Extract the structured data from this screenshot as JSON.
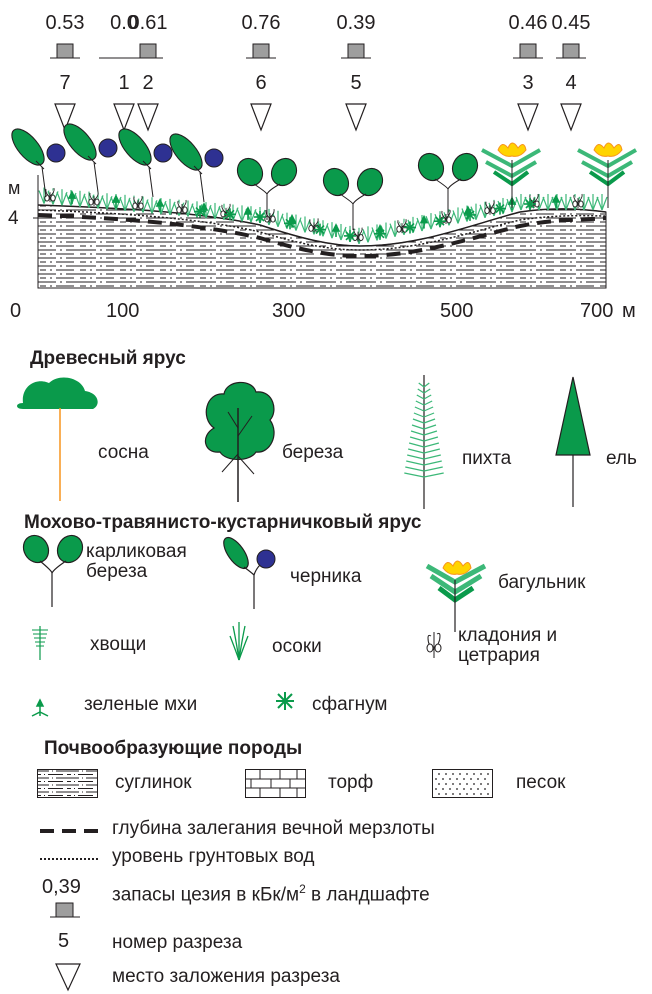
{
  "profile": {
    "sites": [
      {
        "num": "7",
        "cs": "0.53",
        "x": 65
      },
      {
        "num": "1",
        "cs": "0.0",
        "x": 124
      },
      {
        "num": "2",
        "cs": "0.61",
        "x": 148
      },
      {
        "num": "6",
        "cs": "0.76",
        "x": 261
      },
      {
        "num": "5",
        "cs": "0.39",
        "x": 356
      },
      {
        "num": "3",
        "cs": "0.46",
        "x": 528
      },
      {
        "num": "4",
        "cs": "0.45",
        "x": 571
      }
    ],
    "axis_unit_left": "м",
    "axis_depth_label": "4",
    "x_ticks": [
      "0",
      "100",
      "300",
      "500",
      "700"
    ],
    "x_unit": "м"
  },
  "legend": {
    "tree_layer_title": "Древесный ярус",
    "trees": {
      "pine": "сосна",
      "birch": "береза",
      "fir": "пихта",
      "spruce": "ель"
    },
    "ground_layer_title": "Мохово-травянисто-кустарничковый ярус",
    "dwarf_birch": [
      "карликовая",
      "береза"
    ],
    "blueberry": "черника",
    "ledum": "багульник",
    "horsetail": "хвощи",
    "sedge": "осоки",
    "cladonia": [
      "кладония и",
      "цетрария"
    ],
    "green_moss": "зеленые мхи",
    "sphagnum": "сфагнум",
    "soil_title": "Почвообразующие породы",
    "loam": "суглинок",
    "peat": "торф",
    "sand": "песок",
    "permafrost": "глубина залегания вечной мерзлоты",
    "groundwater": "уровень грунтовых вод",
    "cs_example": "0,39",
    "cs_text": "запасы цезия в кБк/м",
    "cs_sup": "2",
    "cs_text_end": " в ландшафте",
    "site_example": "5",
    "site_num_text": "номер разреза",
    "site_place_text": "место заложения разреза"
  },
  "colors": {
    "green": "#0a9a4b",
    "light_green": "#3cb878",
    "blue": "#2e3192",
    "yellow": "#ffd400",
    "grey": "#9e9e9e",
    "trunk_pine": "#f7941d"
  }
}
